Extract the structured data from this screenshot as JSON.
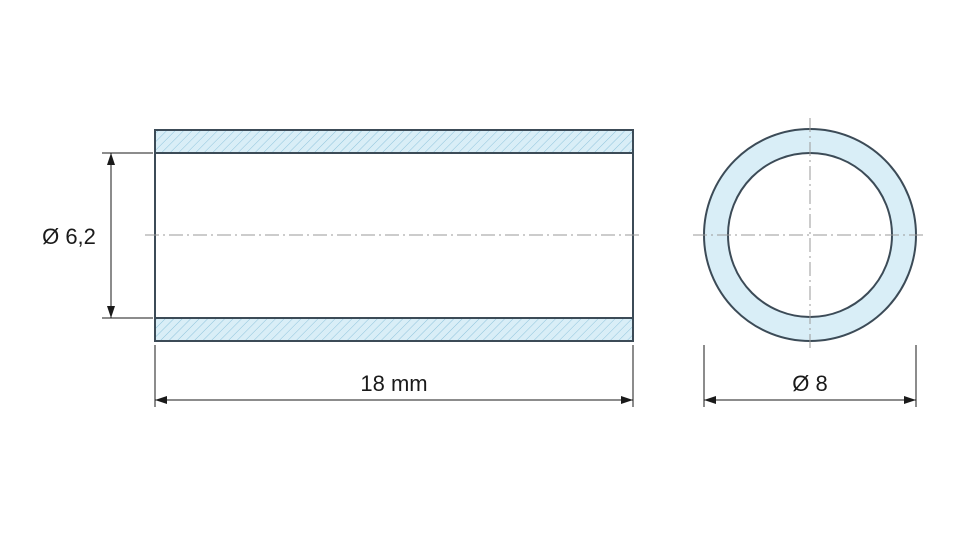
{
  "dimensions": {
    "inner_diameter_label": "Ø 6,2",
    "length_label": "18 mm",
    "outer_diameter_label": "Ø 8"
  },
  "colors": {
    "section_fill": "#d9eef7",
    "hatch": "#8fc4dc",
    "outline": "#3c4b57",
    "center_line": "#9a9a9a"
  }
}
